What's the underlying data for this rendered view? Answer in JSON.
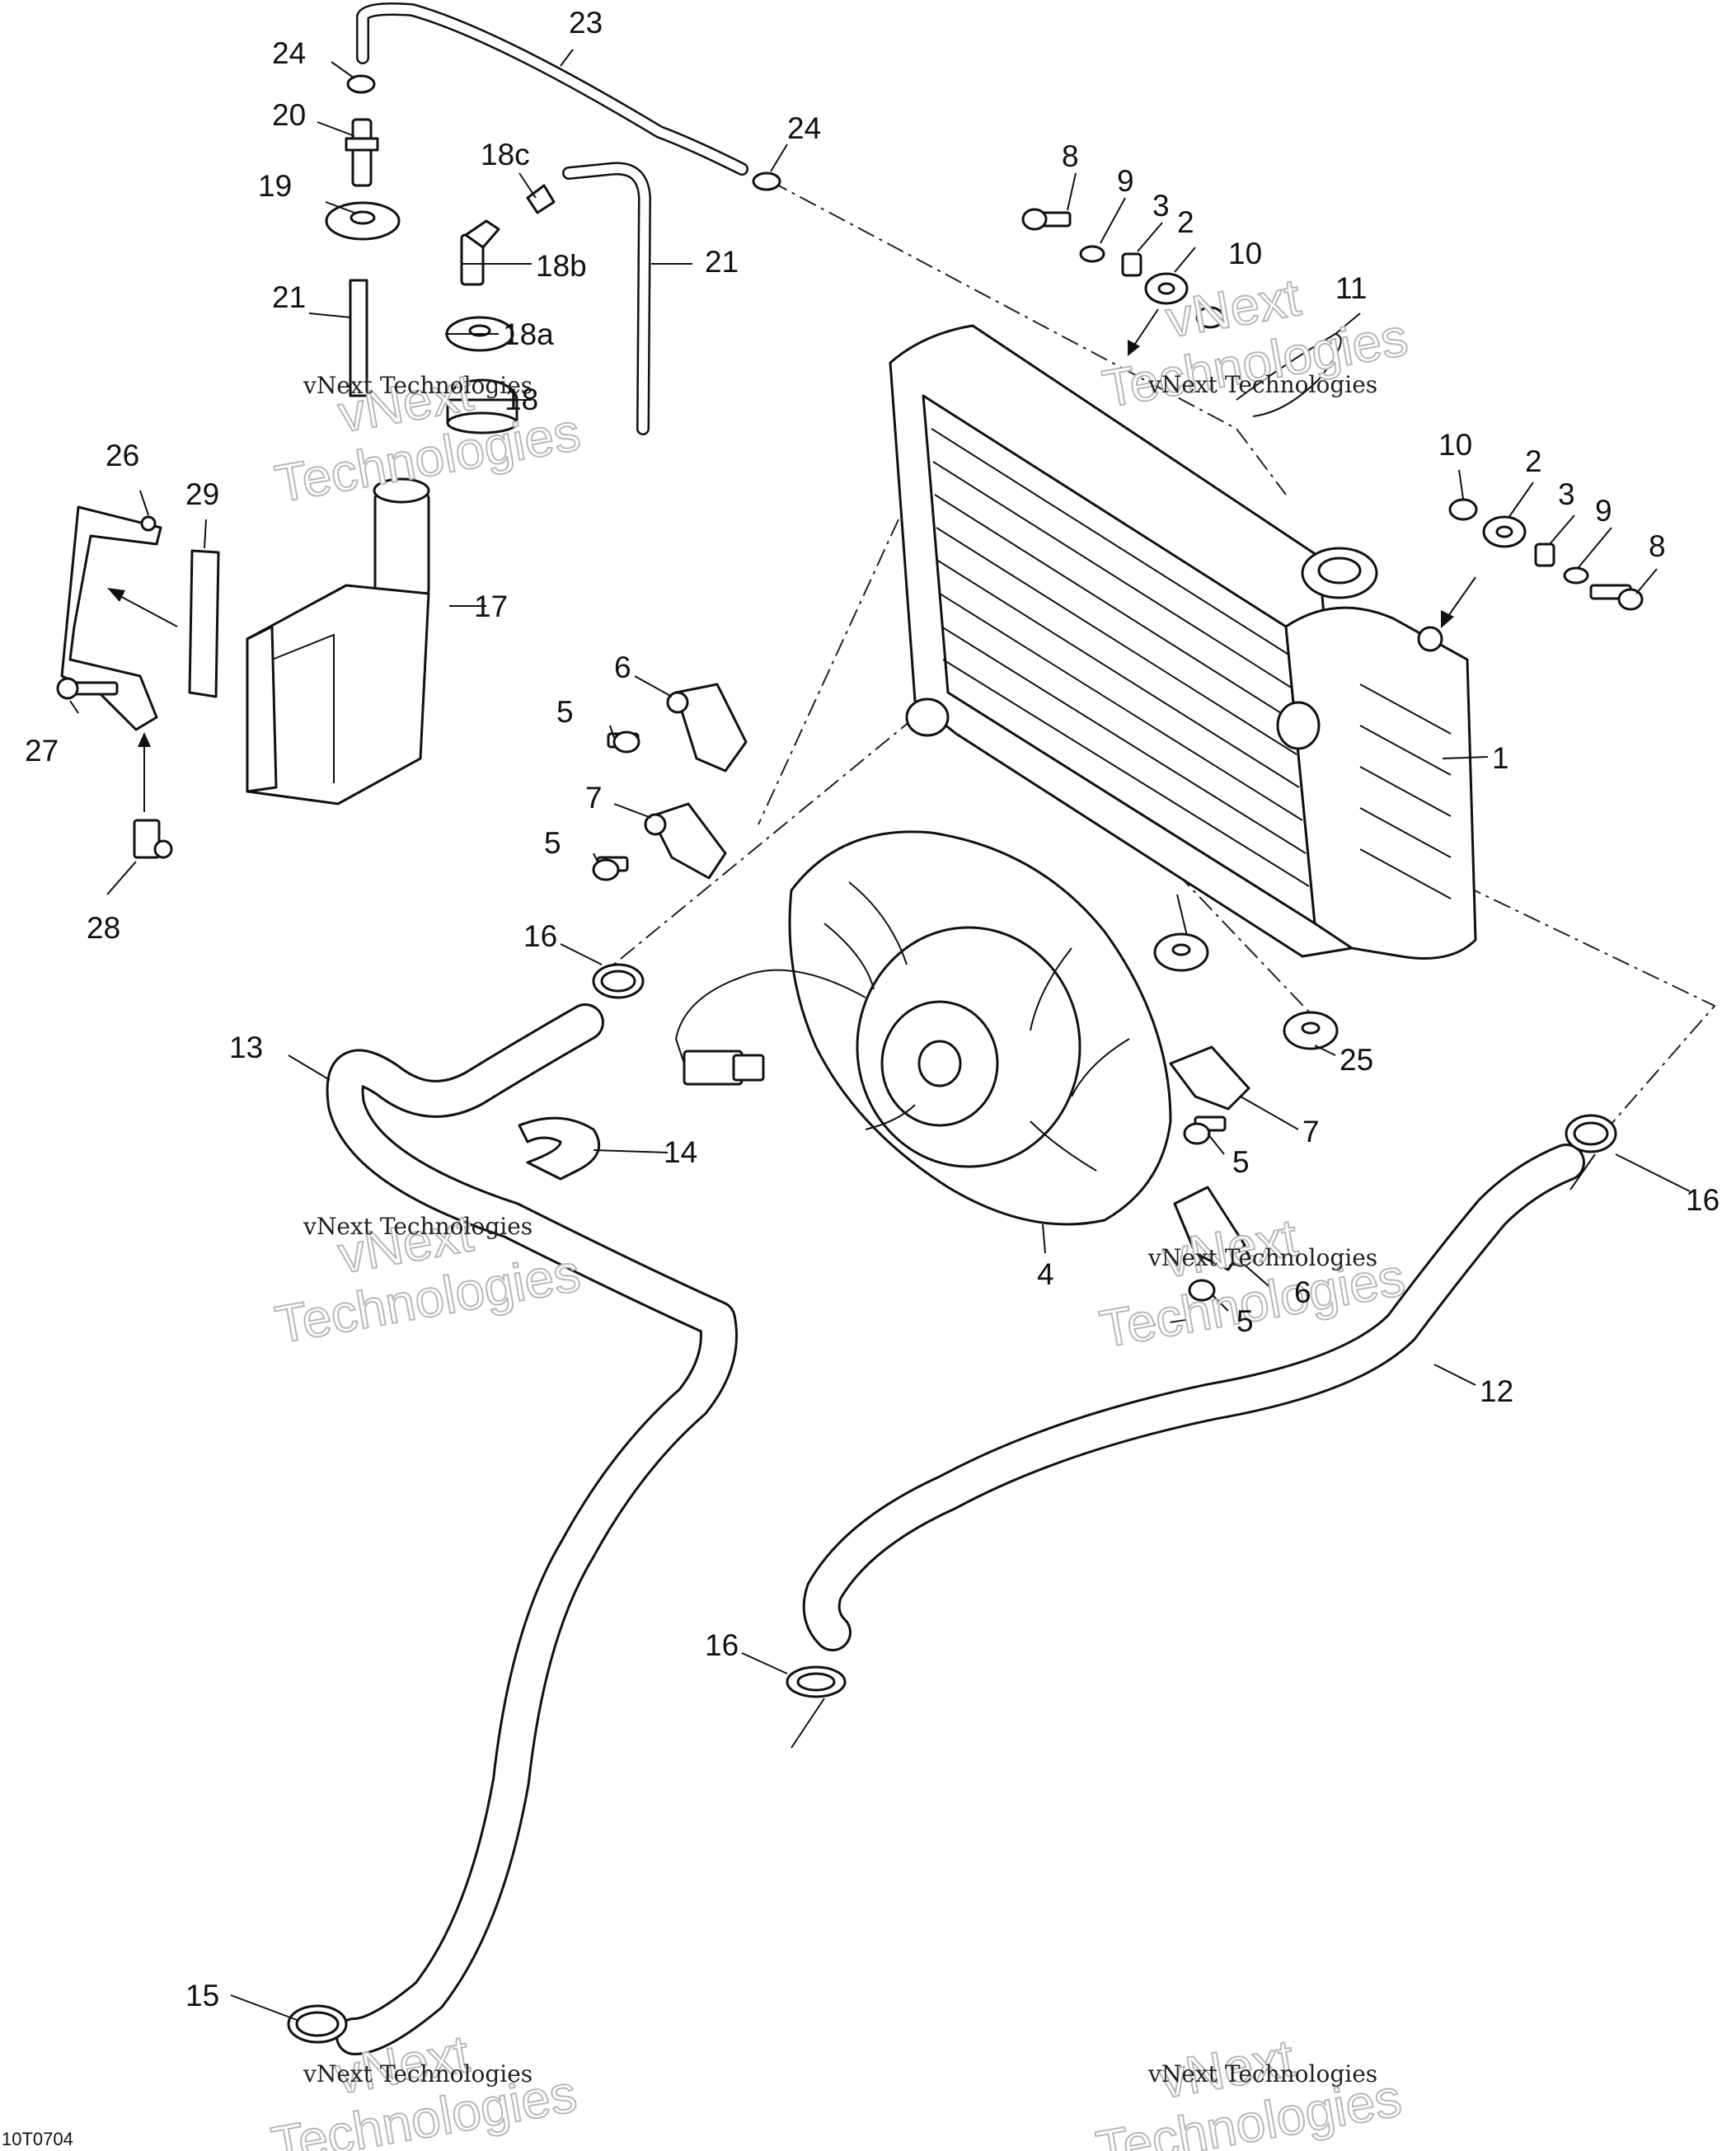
{
  "diagram_code": "10T0704",
  "watermark": {
    "line1": "vNext",
    "line2": "Technologies",
    "caption": "vNext Technologies"
  },
  "callouts": [
    {
      "id": "1",
      "text": "1"
    },
    {
      "id": "2a",
      "text": "2"
    },
    {
      "id": "2b",
      "text": "2"
    },
    {
      "id": "3a",
      "text": "3"
    },
    {
      "id": "3b",
      "text": "3"
    },
    {
      "id": "4",
      "text": "4"
    },
    {
      "id": "5a",
      "text": "5"
    },
    {
      "id": "5b",
      "text": "5"
    },
    {
      "id": "5c",
      "text": "5"
    },
    {
      "id": "5d",
      "text": "5"
    },
    {
      "id": "6a",
      "text": "6"
    },
    {
      "id": "6b",
      "text": "6"
    },
    {
      "id": "7a",
      "text": "7"
    },
    {
      "id": "7b",
      "text": "7"
    },
    {
      "id": "8a",
      "text": "8"
    },
    {
      "id": "8b",
      "text": "8"
    },
    {
      "id": "9a",
      "text": "9"
    },
    {
      "id": "9b",
      "text": "9"
    },
    {
      "id": "10a",
      "text": "10"
    },
    {
      "id": "10b",
      "text": "10"
    },
    {
      "id": "11",
      "text": "11"
    },
    {
      "id": "12",
      "text": "12"
    },
    {
      "id": "13",
      "text": "13"
    },
    {
      "id": "14",
      "text": "14"
    },
    {
      "id": "15",
      "text": "15"
    },
    {
      "id": "16a",
      "text": "16"
    },
    {
      "id": "16b",
      "text": "16"
    },
    {
      "id": "16c",
      "text": "16"
    },
    {
      "id": "17",
      "text": "17"
    },
    {
      "id": "18",
      "text": "18"
    },
    {
      "id": "18a",
      "text": "18a"
    },
    {
      "id": "18b",
      "text": "18b"
    },
    {
      "id": "18c",
      "text": "18c"
    },
    {
      "id": "19",
      "text": "19"
    },
    {
      "id": "20",
      "text": "20"
    },
    {
      "id": "21a",
      "text": "21"
    },
    {
      "id": "21b",
      "text": "21"
    },
    {
      "id": "23",
      "text": "23"
    },
    {
      "id": "24a",
      "text": "24"
    },
    {
      "id": "24b",
      "text": "24"
    },
    {
      "id": "25",
      "text": "25"
    },
    {
      "id": "26",
      "text": "26"
    },
    {
      "id": "27",
      "text": "27"
    },
    {
      "id": "28",
      "text": "28"
    },
    {
      "id": "29",
      "text": "29"
    }
  ]
}
